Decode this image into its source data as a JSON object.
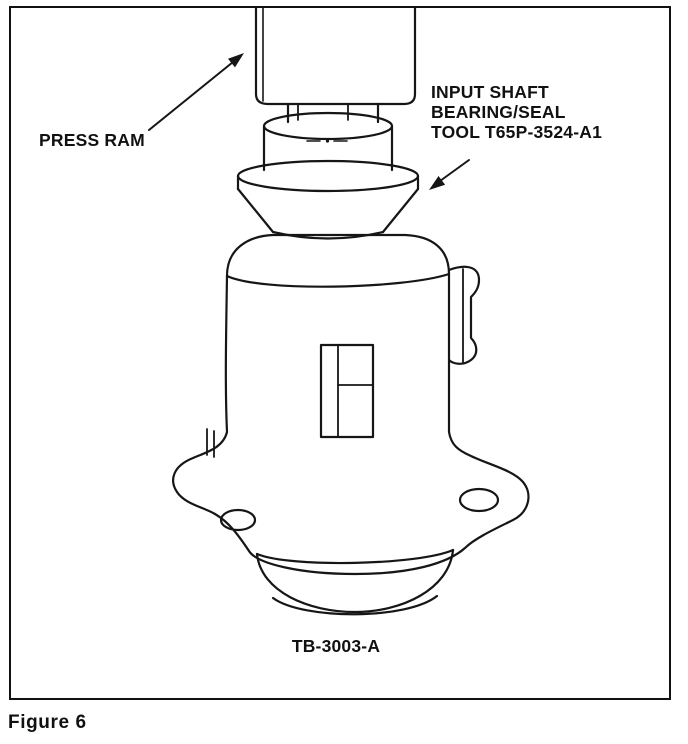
{
  "figure": {
    "caption": "Figure 6",
    "part_number": "TB-3003-A",
    "callouts": {
      "press_ram": {
        "label": "PRESS RAM"
      },
      "tool": {
        "line1": "INPUT SHAFT",
        "line2": "BEARING/SEAL",
        "line3": "TOOL T65P-3524-A1"
      }
    },
    "colors": {
      "ink": "#161616",
      "background": "#ffffff"
    }
  }
}
